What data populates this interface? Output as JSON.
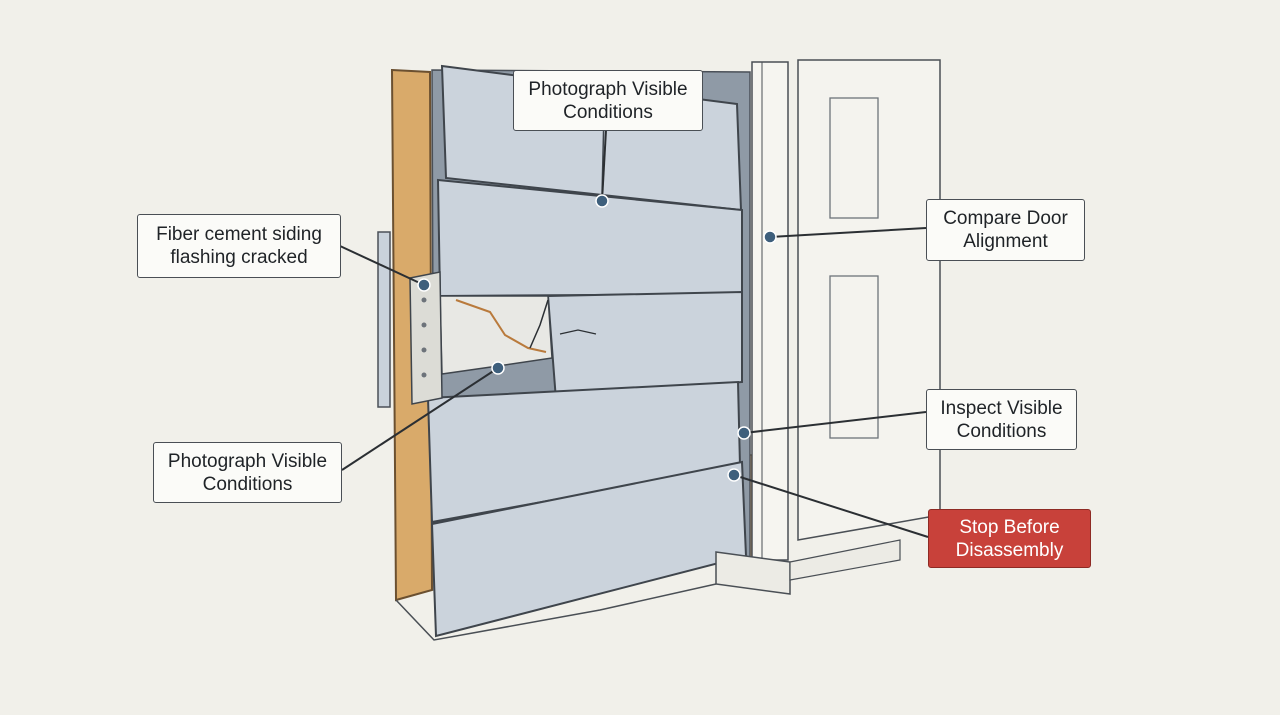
{
  "callouts": [
    {
      "id": "top",
      "text": "Photograph Visible\nConditions",
      "variant": "default"
    },
    {
      "id": "flashing",
      "text": "Fiber cement siding\nflashing cracked",
      "variant": "default"
    },
    {
      "id": "lower-left",
      "text": "Photograph Visible\nConditions",
      "variant": "default"
    },
    {
      "id": "door",
      "text": "Compare Door\nAlignment",
      "variant": "default"
    },
    {
      "id": "inspect",
      "text": "Inspect Visible\nConditions",
      "variant": "default"
    },
    {
      "id": "stop",
      "text": "Stop Before\nDisassembly",
      "variant": "alert"
    }
  ],
  "colors": {
    "background": "#f1f0ea",
    "siding": "#c9d2db",
    "framing_wood": "#d9aa6a",
    "alert": "#c8413a",
    "leader": "#2b2f33"
  }
}
